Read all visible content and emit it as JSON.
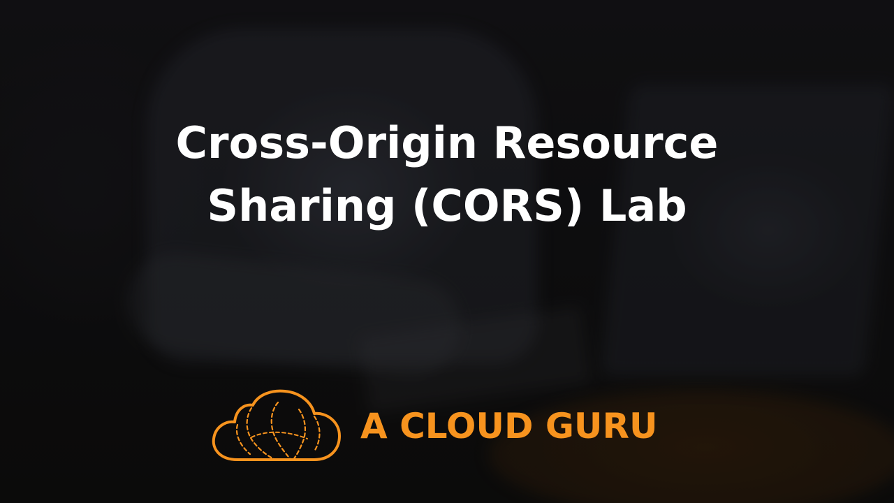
{
  "slide": {
    "title_line1": "Cross-Origin Resource",
    "title_line2": "Sharing (CORS) Lab"
  },
  "brand": {
    "name": "A CLOUD GURU",
    "logo_icon": "cloud-logo-icon",
    "accent_color": "#f7931e"
  }
}
